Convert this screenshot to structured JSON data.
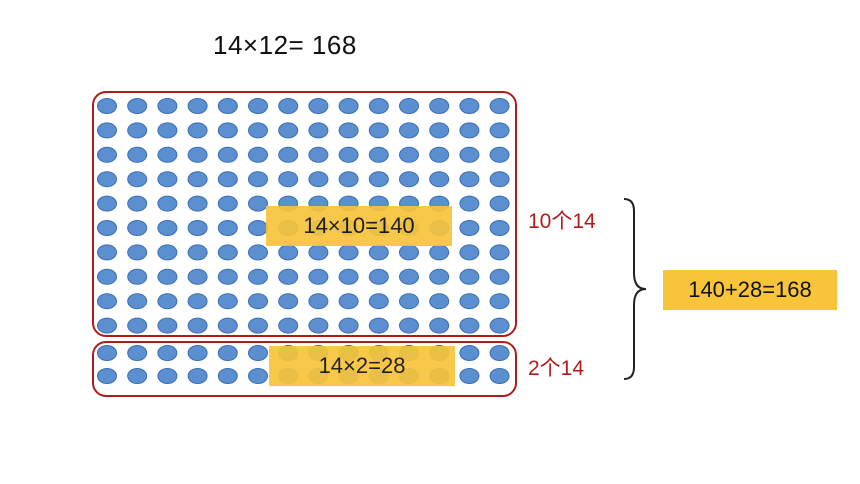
{
  "title": "14×12= 168",
  "labels": {
    "top_product": "14×10=140",
    "bottom_product": "14×2=28",
    "sum": "140+28=168"
  },
  "counts": {
    "top": "10个14",
    "bottom": "2个14"
  },
  "grid": {
    "columns": 14,
    "top_rows": 10,
    "bottom_rows": 2
  },
  "colors": {
    "dot": "#5b8fd0",
    "box_border": "#b01c1c",
    "label_bg": "#f7c43a",
    "count_text": "#b01c1c"
  }
}
